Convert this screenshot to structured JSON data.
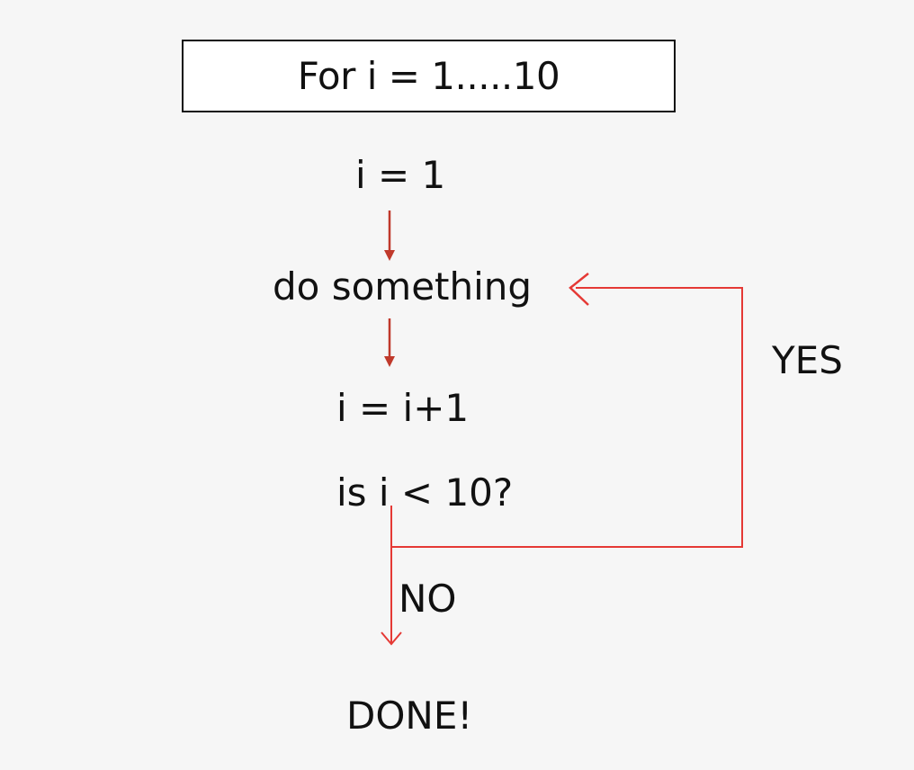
{
  "diagram": {
    "loop_header": "For i = 1.....10",
    "steps": {
      "init": "i = 1",
      "body": "do something",
      "increment": "i = i+1",
      "condition": "is i < 10?",
      "end": "DONE!"
    },
    "branches": {
      "yes": "YES",
      "no": "NO"
    }
  },
  "colors": {
    "arrow_dark_red": "#c0392b",
    "arrow_red": "#e53935",
    "text": "#111111",
    "background": "#f6f6f6"
  }
}
